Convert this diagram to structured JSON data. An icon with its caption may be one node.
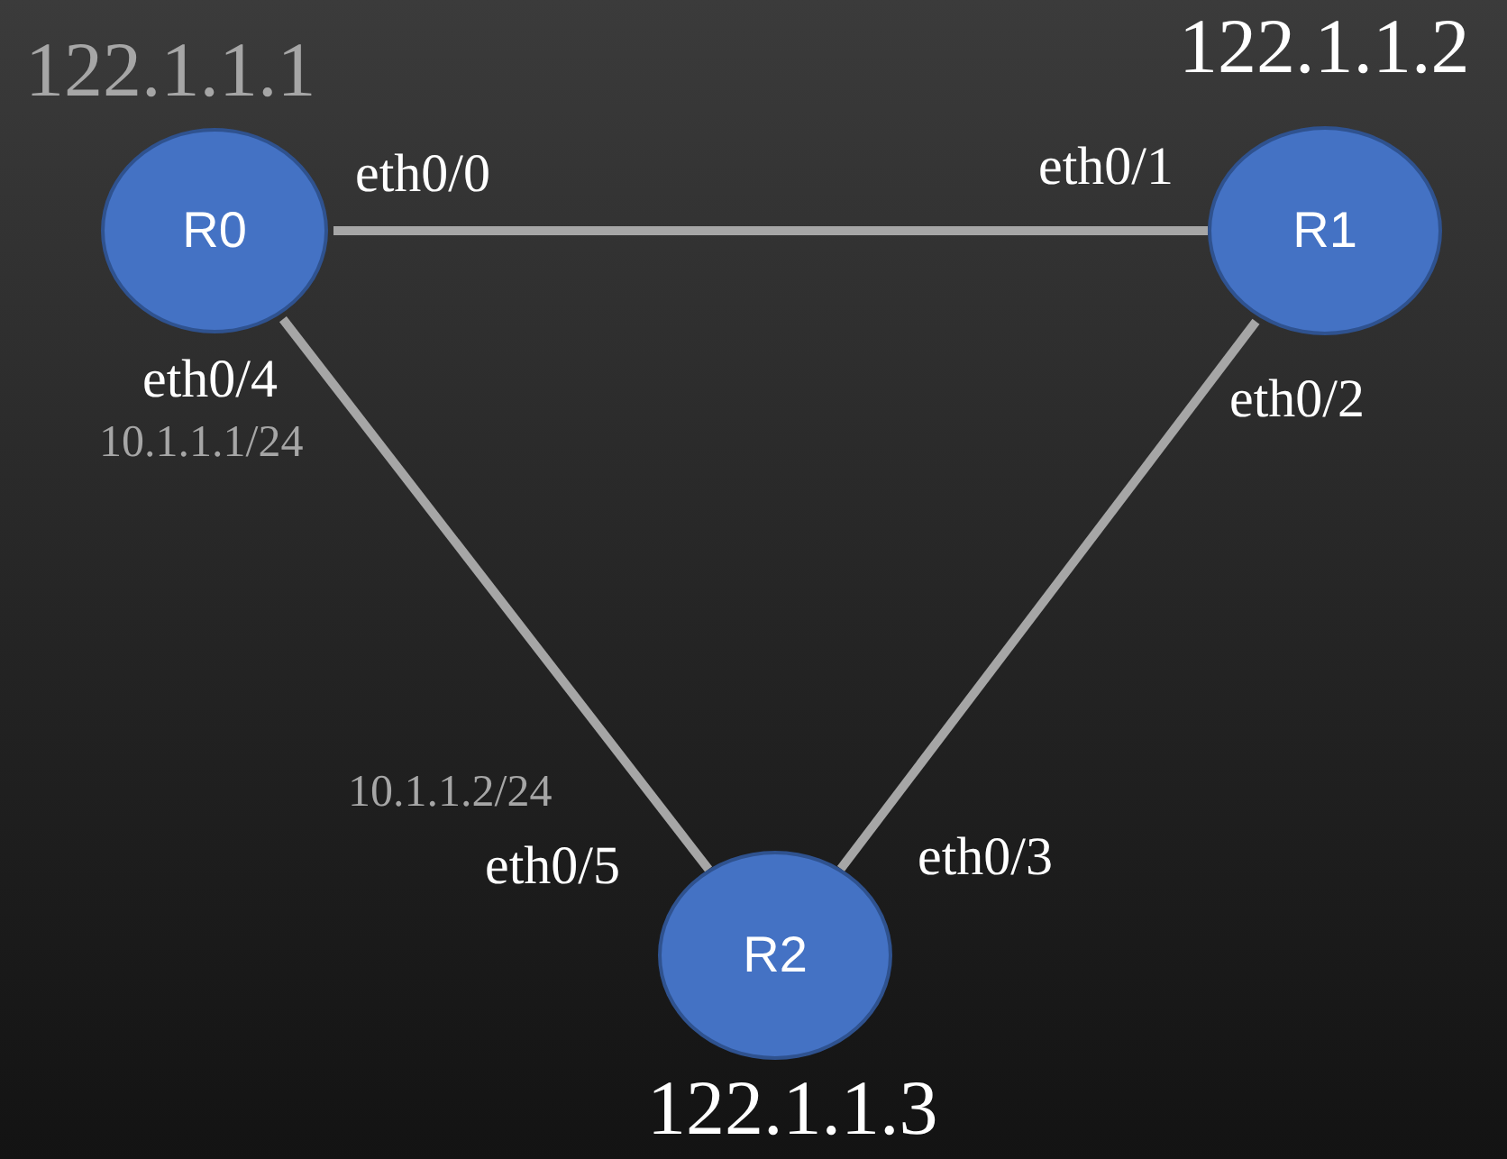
{
  "diagram": {
    "nodes": [
      {
        "text": [
          "R0"
        ],
        "beside": [
          "122.1.1.1"
        ]
      },
      {
        "text": [
          "R1"
        ],
        "beside": [
          "122.1.1.2"
        ]
      },
      {
        "text": [
          "R2"
        ],
        "beside": [
          "122.1.1.3"
        ]
      }
    ],
    "edges": [
      {
        "from": 0,
        "to": 1,
        "arrow": "none"
      },
      {
        "from": 0,
        "to": 2,
        "arrow": "none"
      },
      {
        "from": 1,
        "to": 2,
        "arrow": "none"
      }
    ],
    "labels": [
      "eth0/0",
      "eth0/1",
      "eth0/4",
      "10.1.1.1/24",
      "eth0/2",
      "10.1.1.2/24",
      "eth0/5",
      "eth0/3"
    ]
  }
}
